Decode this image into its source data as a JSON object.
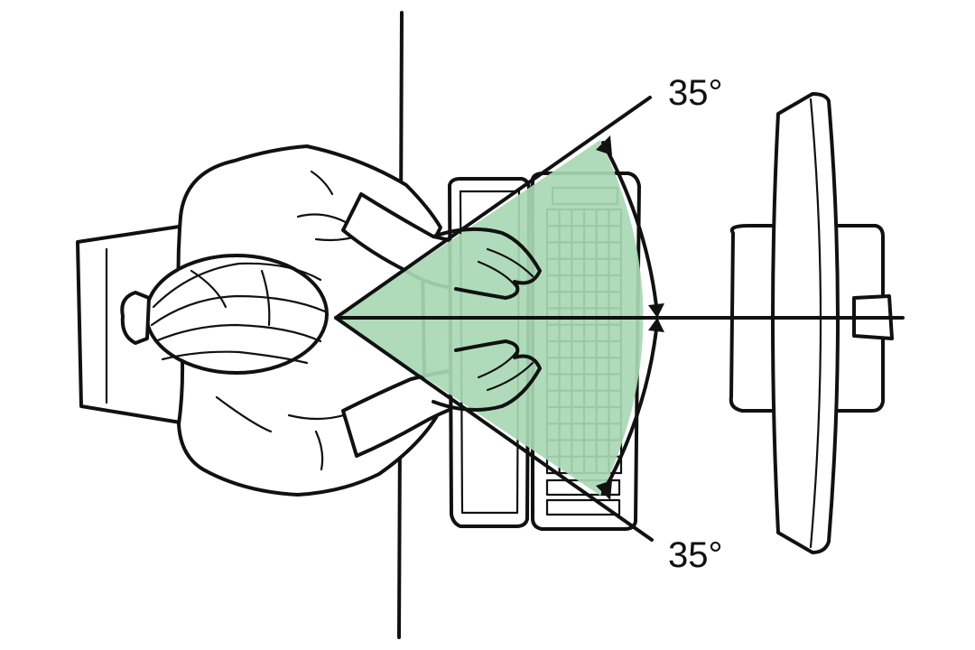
{
  "diagram": {
    "upper_angle_label": "35°",
    "lower_angle_label": "35°",
    "colors": {
      "zone_fill": "#a8d8b4",
      "ink": "#111111",
      "background": "#ffffff"
    },
    "elements": [
      "seated-person-top-view",
      "chair",
      "desk-edge",
      "document-holder",
      "keyboard",
      "monitor",
      "viewing-angle-zone"
    ]
  }
}
